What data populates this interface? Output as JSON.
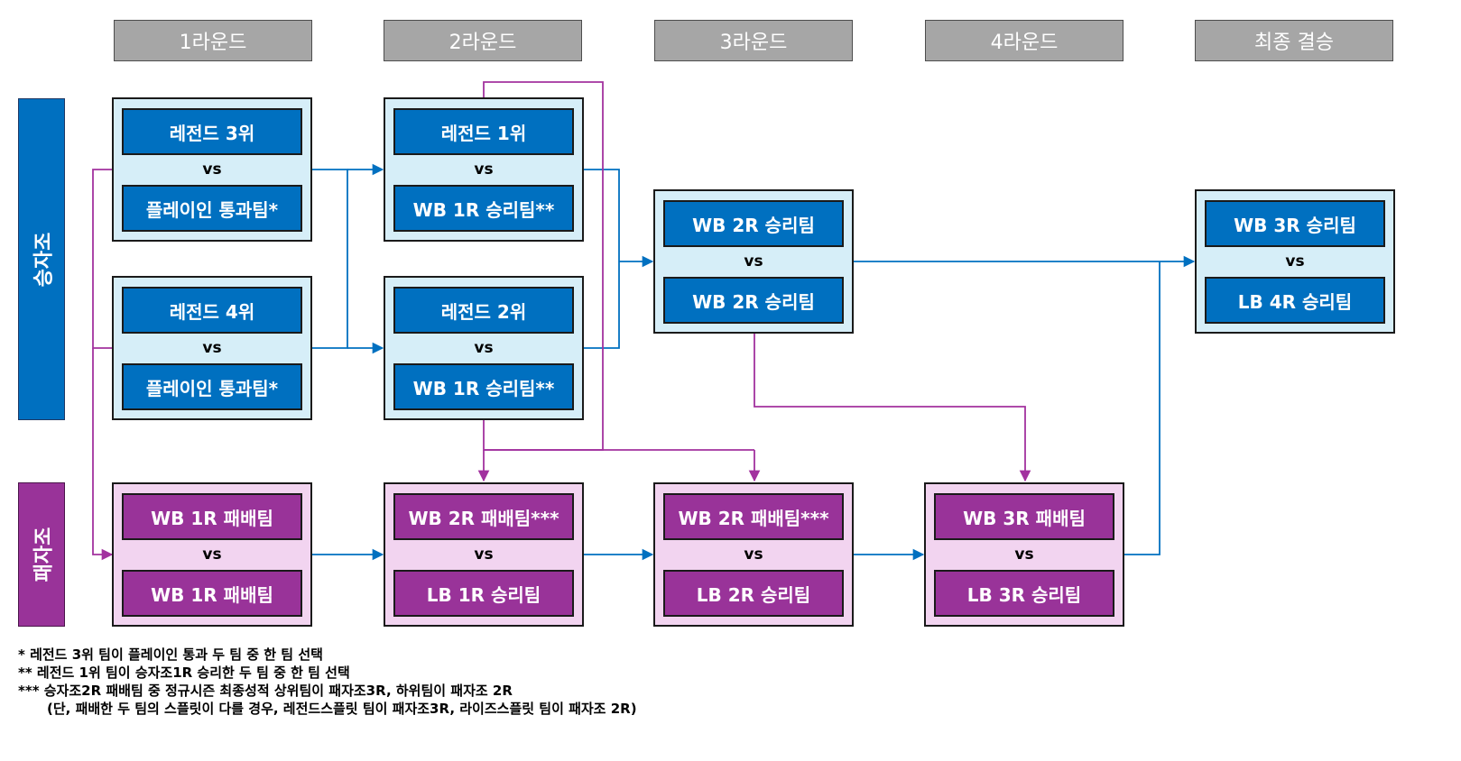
{
  "rounds": [
    "1라운드",
    "2라운드",
    "3라운드",
    "4라운드",
    "최종 결승"
  ],
  "brackets": {
    "winners": "승자조",
    "losers": "패자조"
  },
  "vs_label": "vs",
  "matches": {
    "wb_r1_m1": {
      "team1": "레전드 3위",
      "team2": "플레이인 통과팀*"
    },
    "wb_r1_m2": {
      "team1": "레전드 4위",
      "team2": "플레이인 통과팀*"
    },
    "wb_r2_m1": {
      "team1": "레전드 1위",
      "team2": "WB 1R 승리팀**"
    },
    "wb_r2_m2": {
      "team1": "레전드 2위",
      "team2": "WB 1R 승리팀**"
    },
    "wb_r3": {
      "team1": "WB 2R 승리팀",
      "team2": "WB 2R 승리팀"
    },
    "final": {
      "team1": "WB 3R 승리팀",
      "team2": "LB 4R 승리팀"
    },
    "lb_r1": {
      "team1": "WB 1R 패배팀",
      "team2": "WB 1R 패배팀"
    },
    "lb_r2": {
      "team1": "WB 2R 패배팀***",
      "team2": "LB 1R 승리팀"
    },
    "lb_r3": {
      "team1": "WB 2R 패배팀***",
      "team2": "LB 2R 승리팀"
    },
    "lb_r4": {
      "team1": "WB 3R 패배팀",
      "team2": "LB 3R 승리팀"
    }
  },
  "notes": [
    "* 레전드 3위 팀이 플레이인 통과 두 팀 중 한 팀 선택",
    "** 레전드 1위 팀이 승자조1R 승리한 두 팀 중 한 팀 선택",
    "*** 승자조2R 패배팀 중 정규시즌 최종성적 상위팀이 패자조3R, 하위팀이 패자조 2R",
    "(단, 패배한 두 팀의 스플릿이 다를 경우, 레전드스플릿 팀이 패자조3R, 라이즈스플릿 팀이 패자조 2R)"
  ],
  "colors": {
    "winners_primary": "#0070c0",
    "winners_box": "#d6eef8",
    "losers_primary": "#993399",
    "losers_box": "#f2d4f0",
    "header": "#a6a6a6",
    "connector_blue": "#0070c0",
    "connector_purple": "#a2329f"
  }
}
